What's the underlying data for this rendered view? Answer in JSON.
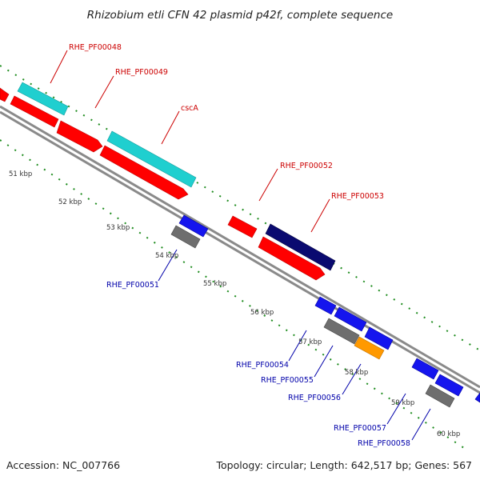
{
  "title": "Rhizobium etli CFN 42 plasmid p42f, complete sequence",
  "footer": {
    "accession": "Accession: NC_007766",
    "summary": "Topology: circular; Length: 642,517 bp; Genes: 567"
  },
  "colors": {
    "backbone": "#8c8c8c",
    "ticks": "#1e8c1e",
    "red_gene": "#ff0000",
    "cyan_gene": "#1fcfcf",
    "navy_gene": "#0a0a70",
    "blue_gene": "#1515ee",
    "gray_gene": "#6e6e6e",
    "orange_gene": "#ff9900",
    "label_red": "#cc0000",
    "label_blue": "#0000aa"
  },
  "kbp_labels": [
    "51 kbp",
    "52 kbp",
    "53 kbp",
    "54 kbp",
    "55 kbp",
    "56 kbp",
    "57 kbp",
    "58 kbp",
    "59 kbp",
    "60 kbp"
  ],
  "gene_labels_outer": [
    "RHE_PF00048",
    "RHE_PF00049",
    "cscA",
    "RHE_PF00052",
    "RHE_PF00053"
  ],
  "gene_labels_inner": [
    "RHE_PF00051",
    "RHE_PF00054",
    "RHE_PF00055",
    "RHE_PF00056",
    "RHE_PF00057",
    "RHE_PF00058"
  ]
}
